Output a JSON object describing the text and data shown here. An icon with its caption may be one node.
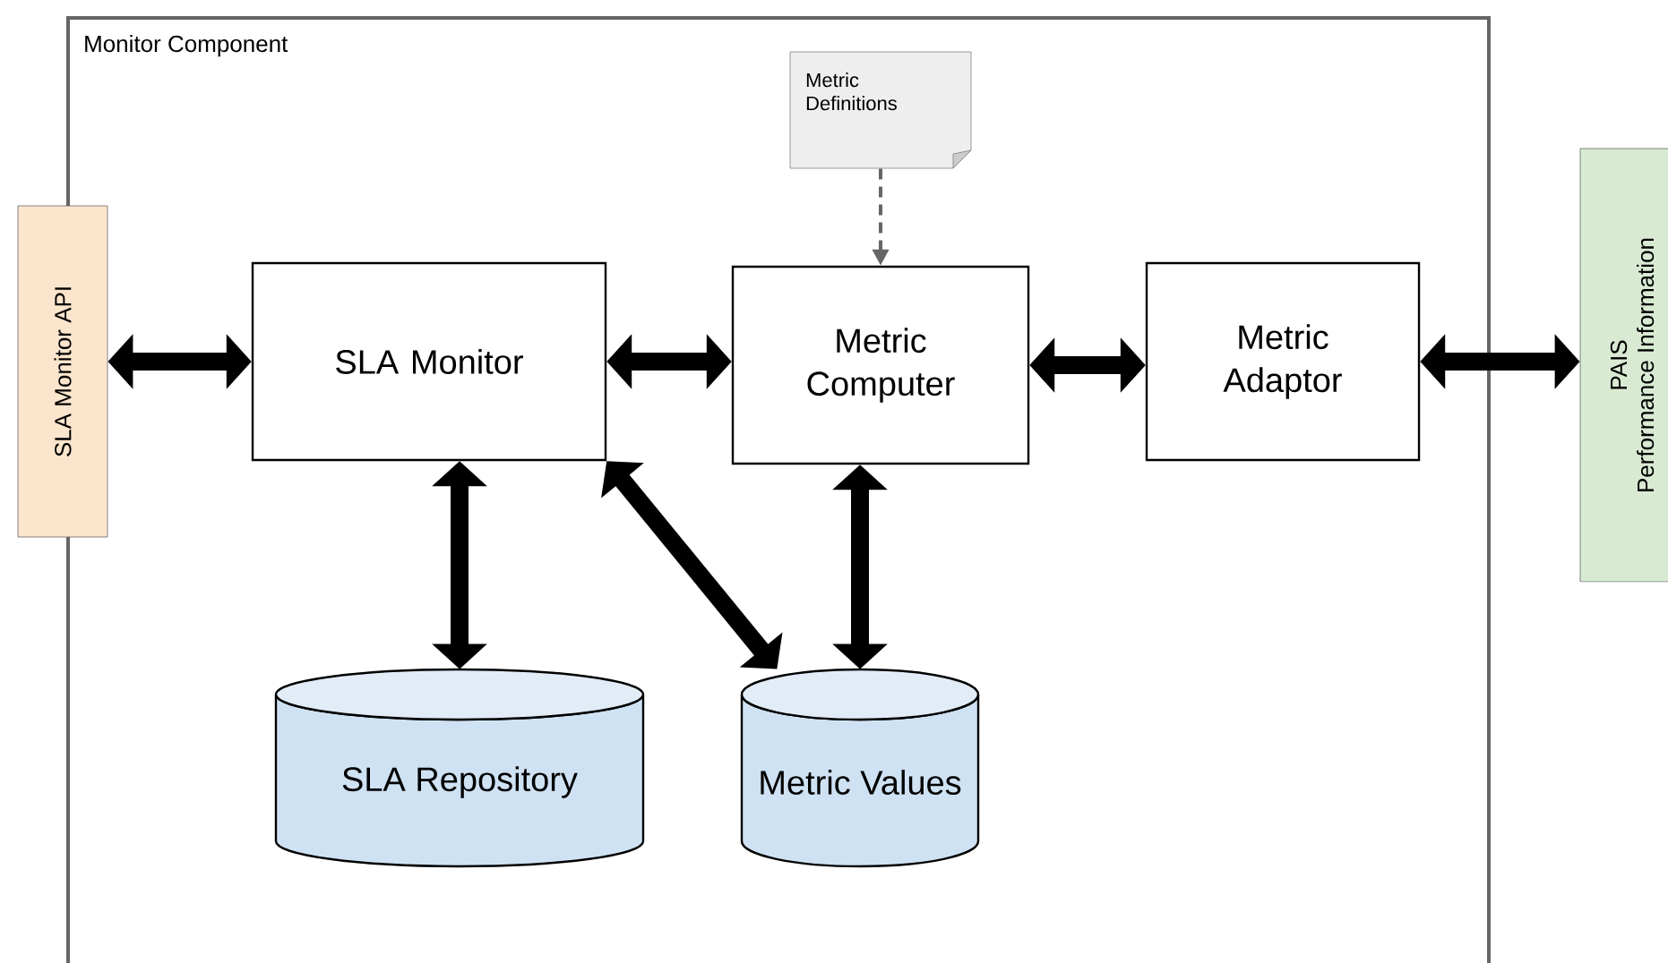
{
  "diagram": {
    "nodes": [
      {
        "text": [
          "Monitor Component"
        ]
      },
      {
        "text": [
          "SLA Monitor API"
        ]
      },
      {
        "text": [
          "SLA Monitor"
        ],
        "in": 0
      },
      {
        "text": [
          "Metric Definitions"
        ],
        "in": 0
      },
      {
        "text": [
          "Metric Computer"
        ],
        "in": 0
      },
      {
        "text": [
          "Metric Adaptor"
        ],
        "in": 0
      },
      {
        "text": [
          "PAIS",
          "Performance Information"
        ]
      },
      {
        "text": [
          "SLA Repository"
        ],
        "in": 0
      },
      {
        "text": [
          "Metric Values"
        ],
        "in": 0
      }
    ],
    "edges": [
      {
        "from": 1,
        "to": 2,
        "arrow": "both"
      },
      {
        "from": 2,
        "to": 4,
        "arrow": "both"
      },
      {
        "from": 4,
        "to": 5,
        "arrow": "both"
      },
      {
        "from": 5,
        "to": 6,
        "arrow": "both"
      },
      {
        "from": 3,
        "to": 4,
        "arrow": "to",
        "style": "dashed",
        "color": "#666666"
      },
      {
        "from": 2,
        "to": 7,
        "arrow": "both"
      },
      {
        "from": 2,
        "to": 8,
        "arrow": "both"
      },
      {
        "from": 4,
        "to": 8,
        "arrow": "both"
      }
    ]
  }
}
